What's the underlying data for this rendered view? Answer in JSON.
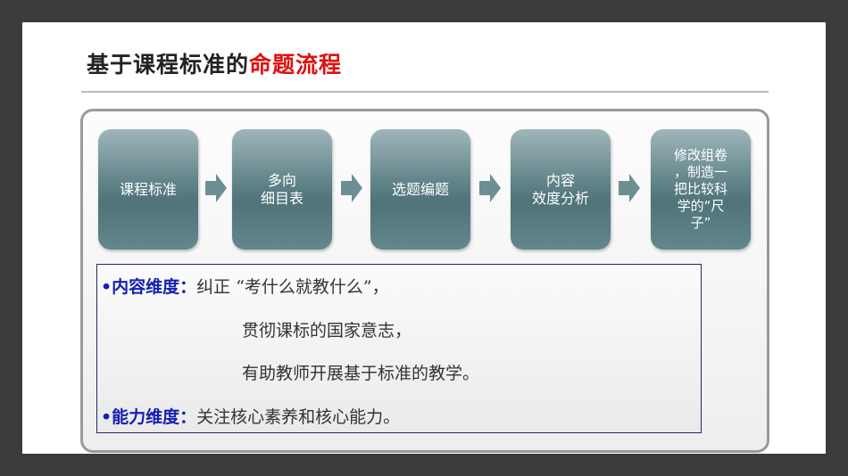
{
  "title": {
    "black": "基于课程标准的",
    "red": "命题流程"
  },
  "steps": [
    {
      "label": "课程标准"
    },
    {
      "label": "多向\n细目表"
    },
    {
      "label": "选题编题"
    },
    {
      "label": "内容\n效度分析"
    },
    {
      "label": "修改组卷\n，制造一\n把比较科\n学的“尺\n子”"
    }
  ],
  "content": {
    "dim1_label": "•内容维度：",
    "dim1_lines": [
      "纠正 “考什么就教什么”，",
      "贯彻课标的国家意志，",
      "有助教师开展基于标准的教学。"
    ],
    "dim2_label": "•能力维度：",
    "dim2_text": "关注核心素养和核心能力。"
  }
}
